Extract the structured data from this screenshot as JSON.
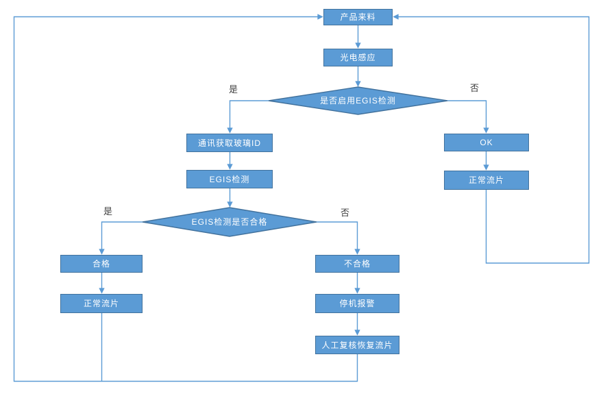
{
  "flowchart": {
    "colors": {
      "page_bg": "#ffffff",
      "node_fill": "#5b9bd5",
      "node_border": "#41719c",
      "connector": "#5b9bd5",
      "node_text": "#ffffff",
      "edge_label_text": "#404040"
    },
    "nodes": {
      "product_incoming": "产品来料",
      "photo_sensor": "光电感应",
      "decision_egis_enabled": "是否启用EGIS检测",
      "get_glass_id": "通讯获取玻璃ID",
      "egis_test": "EGIS检测",
      "decision_egis_pass": "EGIS检测是否合格",
      "pass": "合格",
      "normal_flow_left": "正常流片",
      "fail": "不合格",
      "stop_alarm": "停机报警",
      "manual_review": "人工复核恢复流片",
      "ok": "OK",
      "normal_flow_right": "正常流片"
    },
    "edge_labels": {
      "decision1_yes": "是",
      "decision1_no": "否",
      "decision2_yes": "是",
      "decision2_no": "否"
    },
    "edges": [
      {
        "from": "product_incoming",
        "to": "photo_sensor",
        "label": ""
      },
      {
        "from": "photo_sensor",
        "to": "decision_egis_enabled",
        "label": ""
      },
      {
        "from": "decision_egis_enabled",
        "to": "get_glass_id",
        "label": "是"
      },
      {
        "from": "decision_egis_enabled",
        "to": "ok",
        "label": "否"
      },
      {
        "from": "get_glass_id",
        "to": "egis_test",
        "label": ""
      },
      {
        "from": "egis_test",
        "to": "decision_egis_pass",
        "label": ""
      },
      {
        "from": "decision_egis_pass",
        "to": "pass",
        "label": "是"
      },
      {
        "from": "decision_egis_pass",
        "to": "fail",
        "label": "否"
      },
      {
        "from": "pass",
        "to": "normal_flow_left",
        "label": ""
      },
      {
        "from": "normal_flow_left",
        "to": "product_incoming",
        "label": ""
      },
      {
        "from": "fail",
        "to": "stop_alarm",
        "label": ""
      },
      {
        "from": "stop_alarm",
        "to": "manual_review",
        "label": ""
      },
      {
        "from": "manual_review",
        "to": "product_incoming",
        "label": ""
      },
      {
        "from": "ok",
        "to": "normal_flow_right",
        "label": ""
      },
      {
        "from": "normal_flow_right",
        "to": "product_incoming",
        "label": ""
      }
    ]
  }
}
